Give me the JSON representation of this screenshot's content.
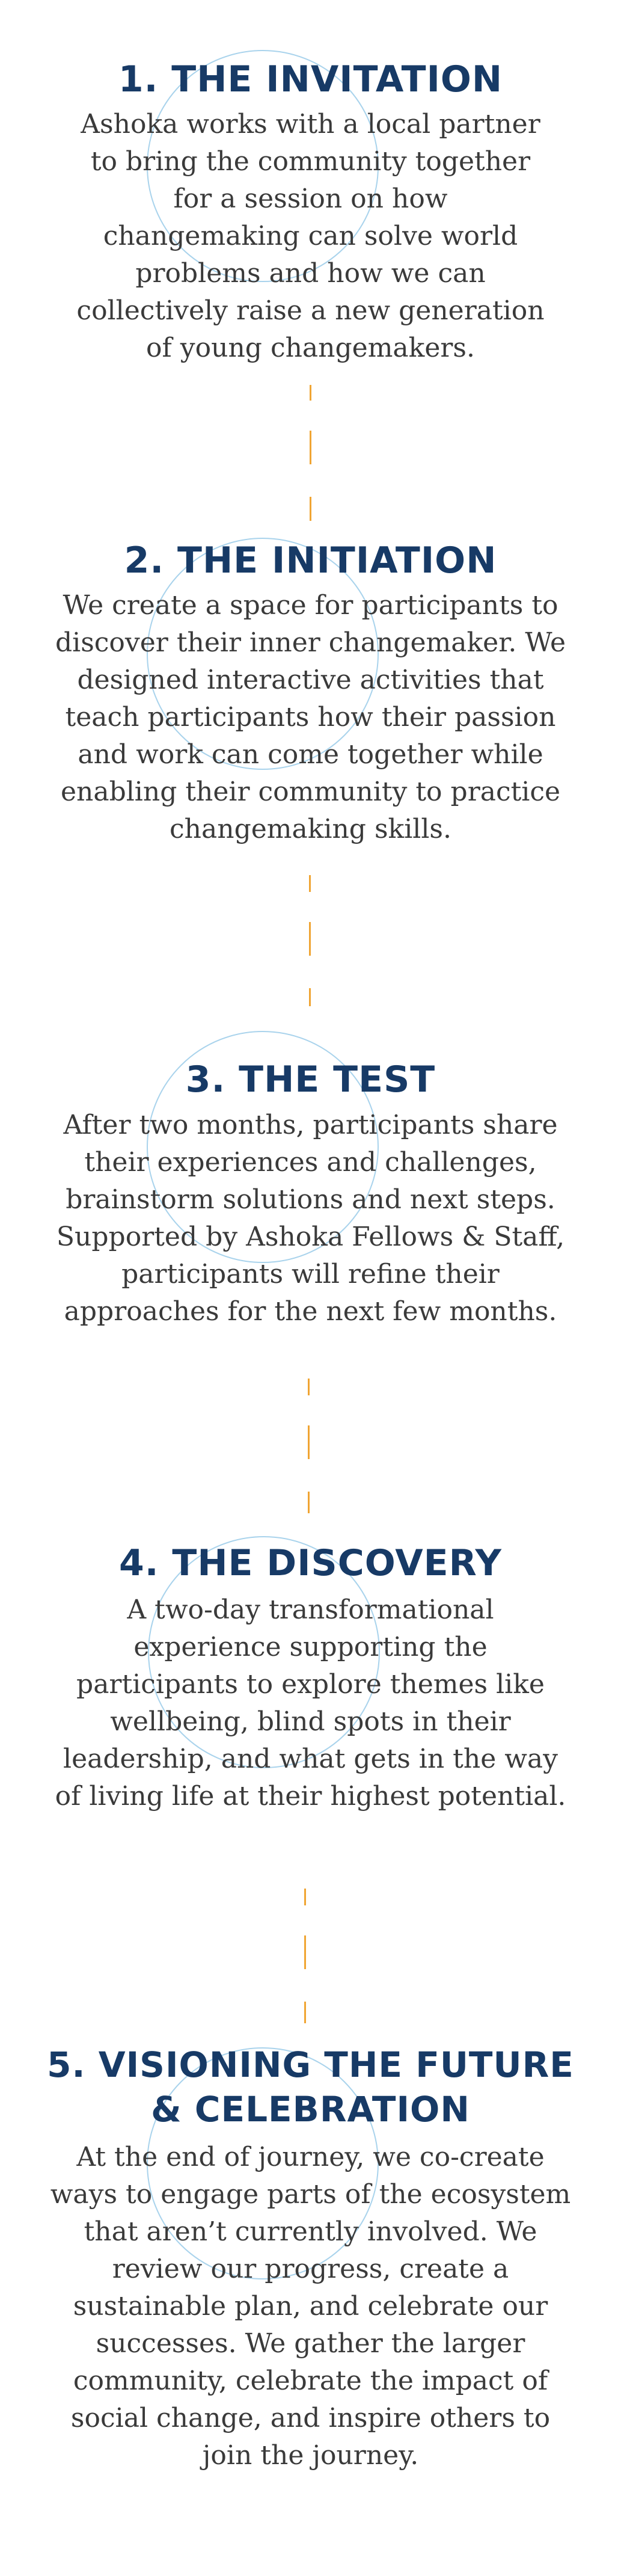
{
  "steps": [
    {
      "title": "1. THE INVITATION",
      "body": "Ashoka works with a local partner\nto bring the community together\nfor a session on  how\nchangemaking can solve world\nproblems and how we can\ncollectively raise a new generation\nof young changemakers."
    },
    {
      "title": "2. THE INITIATION",
      "body": "We create a space for participants to\ndiscover their inner changemaker. We\ndesigned interactive activities that\nteach participants how their passion\nand work can come together while\nenabling their community to practice\nchangemaking skills."
    },
    {
      "title": "3. THE TEST",
      "body": "After two months, participants share\ntheir experiences and challenges,\nbrainstorm solutions and next steps.\nSupported by Ashoka Fellows & Staff,\nparticipants will refine their\napproaches for the next few months."
    },
    {
      "title": "4. THE DISCOVERY",
      "body": "A two-day transformational\nexperience supporting the\nparticipants to explore themes like\nwellbeing, blind spots in their\nleadership, and what gets in the way\nof living life at their highest potential."
    },
    {
      "title": "5. VISIONING THE FUTURE\n& CELEBRATION",
      "body": "At the end of journey, we co-create\nways to engage parts of the ecosystem\nthat aren’t currently involved. We\nreview our progress, create a\nsustainable plan, and celebrate our\nsuccesses. We gather the larger\ncommunity, celebrate the impact of\nsocial change, and inspire others to\njoin the  journey."
    }
  ],
  "colors": {
    "title": "#173a66",
    "body": "#3a3a3a",
    "circle": "#a9d3ec",
    "connector": "#f0a533"
  }
}
